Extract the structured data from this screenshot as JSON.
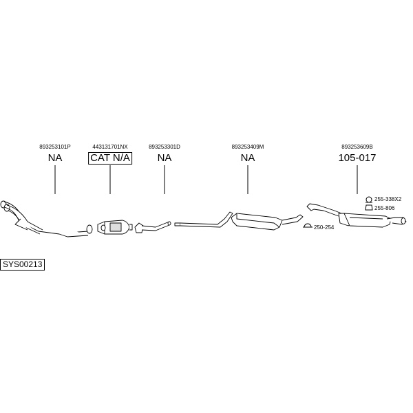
{
  "diagram_code": "SYS00213",
  "sections": [
    {
      "part_number": "893253101P",
      "label": "NA",
      "boxed": false
    },
    {
      "part_number": "443131701NX",
      "label": "CAT N/A",
      "boxed": true
    },
    {
      "part_number": "893253301D",
      "label": "NA",
      "boxed": false
    },
    {
      "part_number": "893253409M",
      "label": "NA",
      "boxed": false
    },
    {
      "part_number": "893253609B",
      "label": "105-017",
      "boxed": false
    }
  ],
  "fittings": [
    {
      "label": "255-338X2",
      "icon": "clamp-ring-icon"
    },
    {
      "label": "255-806",
      "icon": "rubber-mount-icon"
    },
    {
      "label": "250-254",
      "icon": "clamp-ring-icon"
    }
  ]
}
